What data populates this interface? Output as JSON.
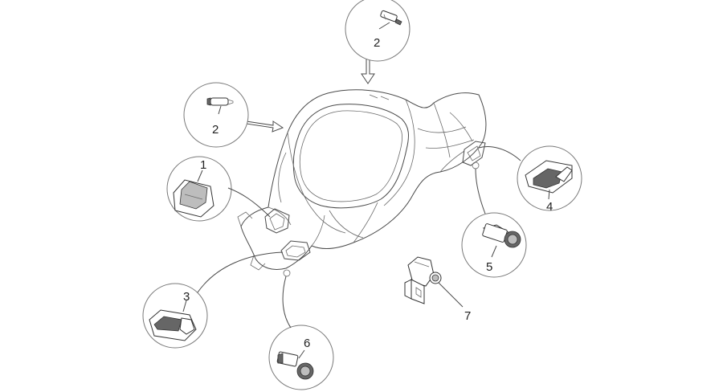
{
  "callouts": {
    "c1": "1",
    "c2_top": "2",
    "c2_left": "2",
    "c3": "3",
    "c4": "4",
    "c5": "5",
    "c6": "6",
    "c7": "7"
  },
  "colors": {
    "line": "#4a4a4a",
    "text": "#222222",
    "background": "#ffffff"
  }
}
